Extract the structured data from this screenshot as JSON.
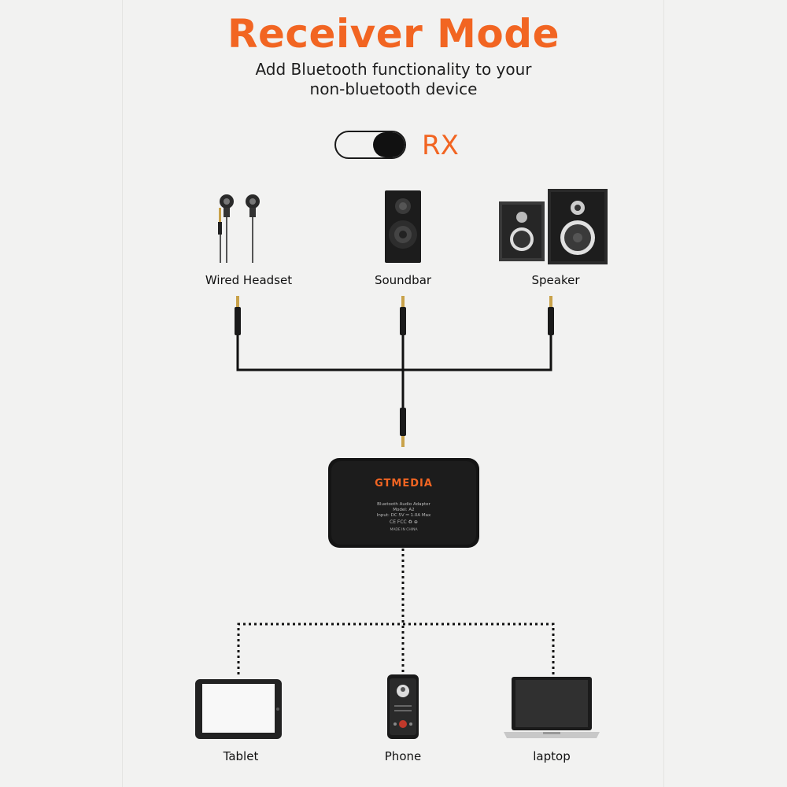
{
  "header": {
    "title": "Receiver Mode",
    "subtitle_line1": "Add Bluetooth functionality to your",
    "subtitle_line2": "non-bluetooth device"
  },
  "mode_switch": {
    "label": "RX"
  },
  "output_devices": [
    {
      "label": "Wired Headset",
      "icon": "headset-icon"
    },
    {
      "label": "Soundbar",
      "icon": "soundbar-icon"
    },
    {
      "label": "Speaker",
      "icon": "speaker-icon"
    }
  ],
  "adapter": {
    "brand": "GTMEDIA",
    "spec_line1": "Bluetooth Audio Adapter",
    "spec_line2": "Model: A2",
    "spec_line3": "Input: DC 5V ⎓ 1.0A Max",
    "spec_line4": "CE FCC ♻ ⊕",
    "spec_line5": "MADE IN CHINA"
  },
  "source_devices": [
    {
      "label": "Tablet",
      "icon": "tablet-icon"
    },
    {
      "label": "Phone",
      "icon": "phone-icon"
    },
    {
      "label": "laptop",
      "icon": "laptop-icon"
    }
  ],
  "colors": {
    "accent": "#f26522",
    "background": "#f2f2f1",
    "ink": "#111111"
  }
}
